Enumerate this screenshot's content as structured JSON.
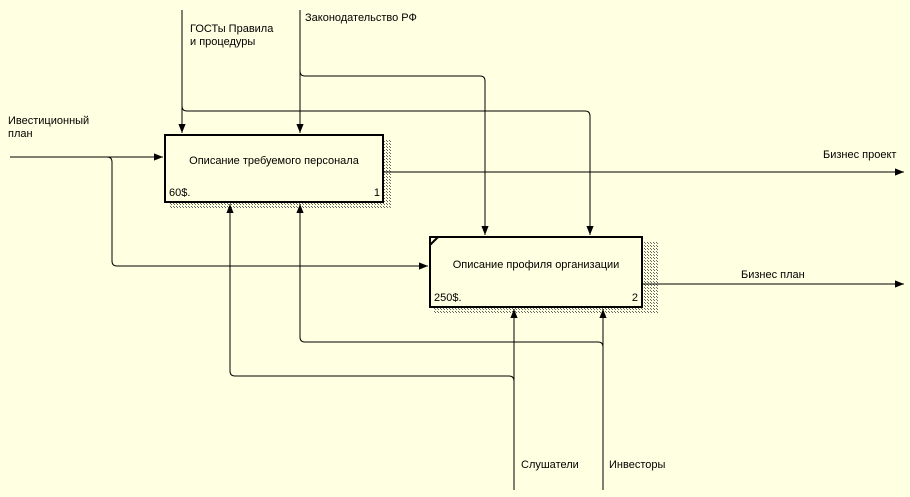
{
  "diagram": {
    "boxes": [
      {
        "title": "Описание требуемого персонала",
        "cost": "60$.",
        "number": "1"
      },
      {
        "title": "Описание профиля организации",
        "cost": "250$.",
        "number": "2"
      }
    ],
    "inputs": {
      "invest_plan_line1": "Ивестиционный",
      "invest_plan_line2": "план"
    },
    "controls": {
      "gost_line1": "ГОСТы Правила",
      "gost_line2": "и процедуры",
      "law": "Законодательство РФ"
    },
    "outputs": {
      "business_project": "Бизнес проект",
      "business_plan": "Бизнес план"
    },
    "mechanisms": {
      "listeners": "Слушатели",
      "investors": "Инвесторы"
    },
    "colors": {
      "background": "#ffffe1",
      "line": "#000000",
      "shadow": "#777777"
    }
  }
}
